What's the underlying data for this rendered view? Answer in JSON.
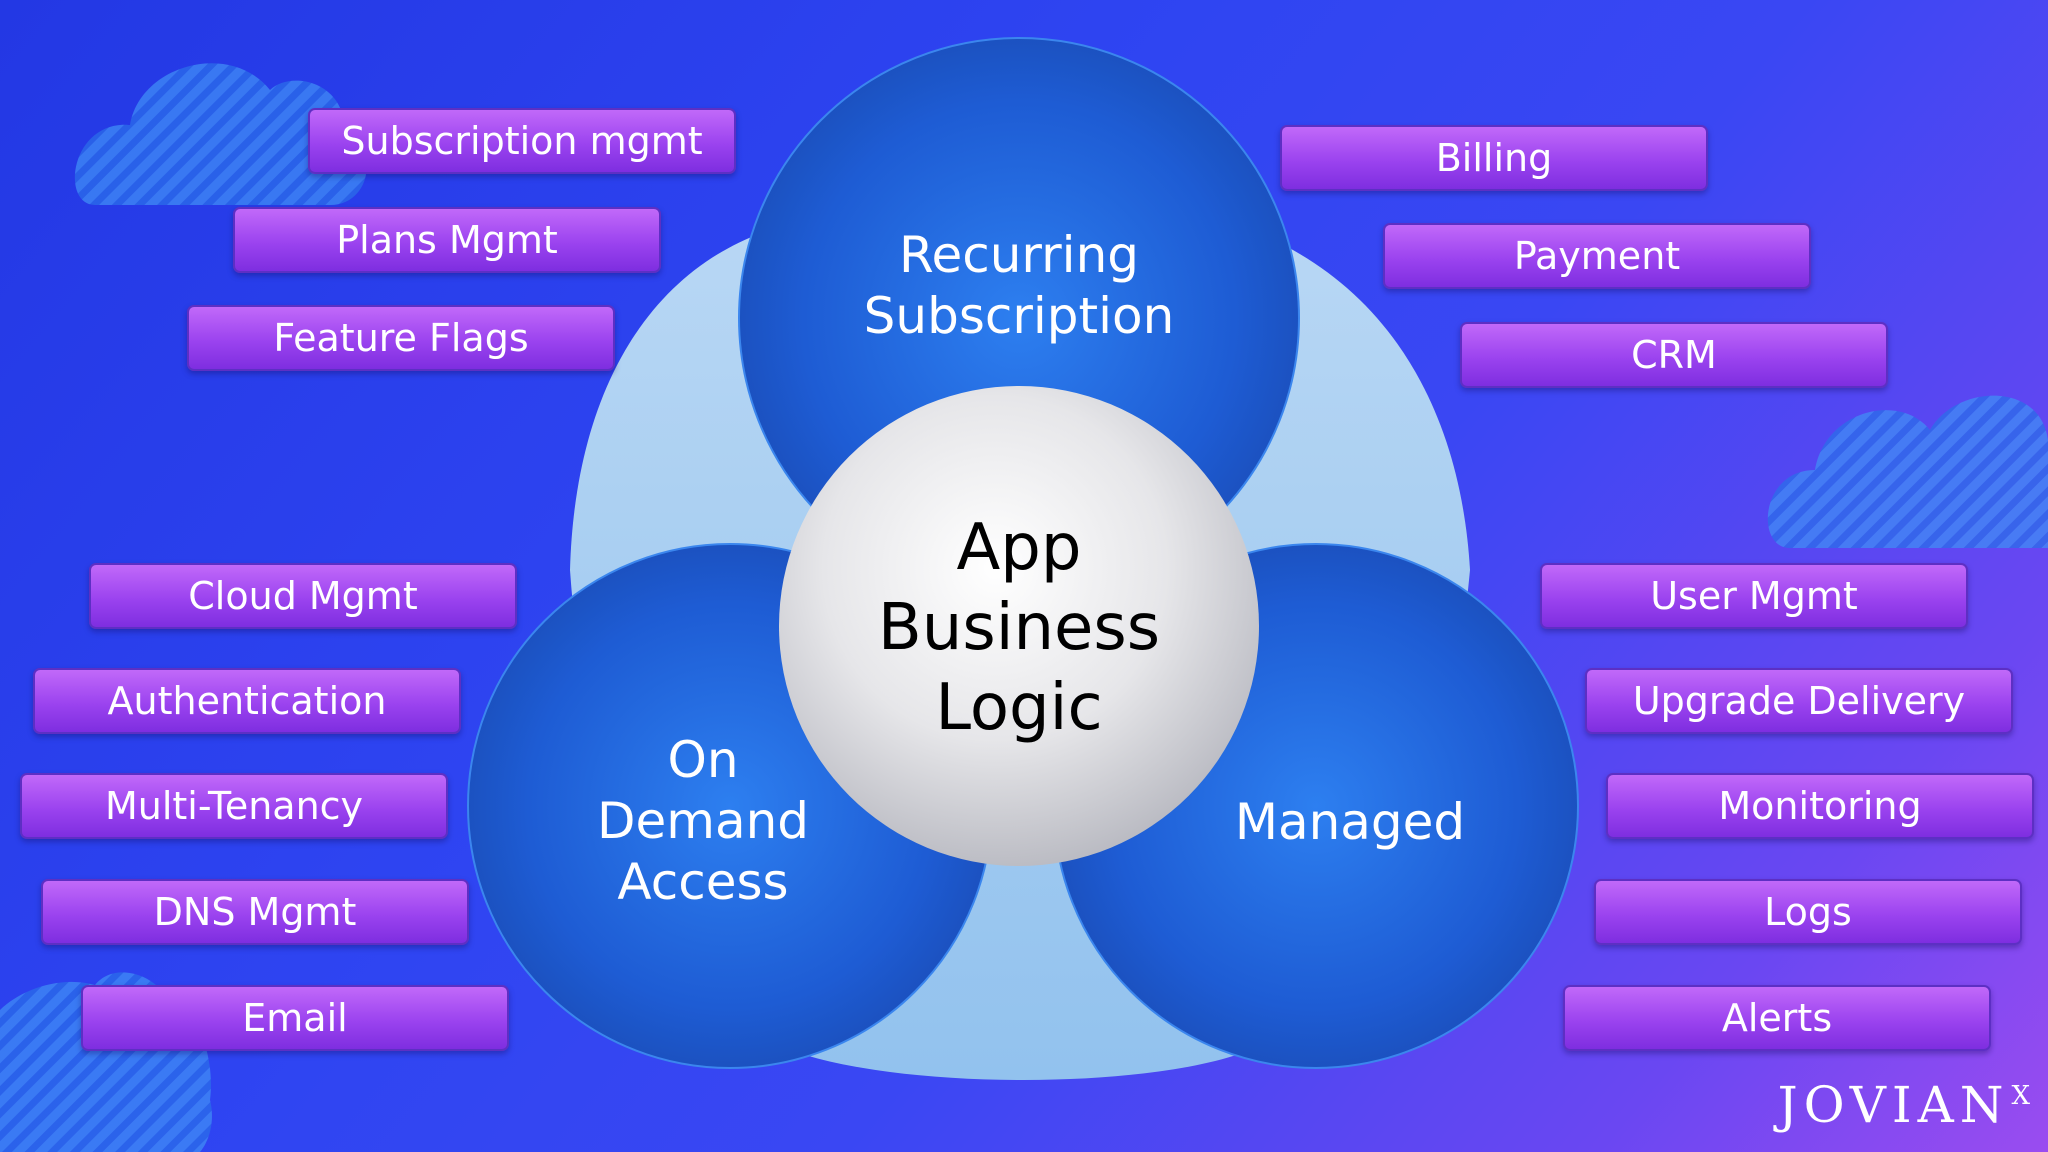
{
  "diagram": {
    "center": {
      "lines": [
        "App",
        "Business",
        "Logic"
      ]
    },
    "circles": {
      "top": {
        "lines": [
          "Recurring",
          "Subscription"
        ]
      },
      "left": {
        "lines": [
          "On",
          "Demand",
          "Access"
        ]
      },
      "right": {
        "lines": [
          "Managed"
        ]
      }
    }
  },
  "tags": {
    "top_left": [
      "Subscription mgmt",
      "Plans Mgmt",
      "Feature Flags"
    ],
    "top_right": [
      "Billing",
      "Payment",
      "CRM"
    ],
    "bottom_left": [
      "Cloud Mgmt",
      "Authentication",
      "Multi-Tenancy",
      "DNS Mgmt",
      "Email"
    ],
    "bottom_right": [
      "User Mgmt",
      "Upgrade Delivery",
      "Monitoring",
      "Logs",
      "Alerts"
    ]
  },
  "brand": {
    "name": "JOVIAN",
    "superscript": "X"
  },
  "icons": [
    "cloud-icon",
    "cloud-icon",
    "cloud-icon"
  ]
}
